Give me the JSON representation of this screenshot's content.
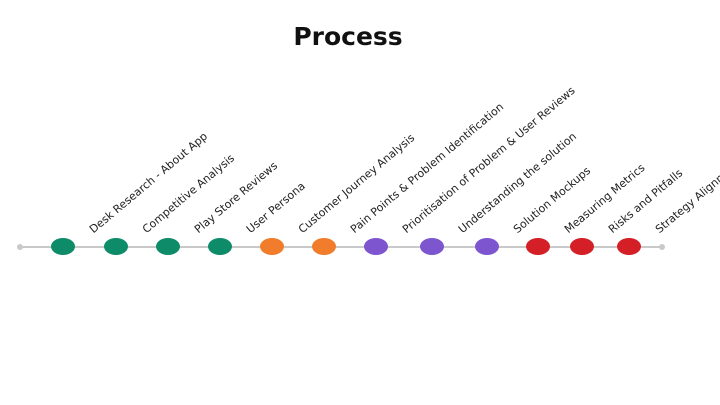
{
  "title": "Process",
  "colors": {
    "research": "#0e8c6a",
    "analysis": "#f07c2c",
    "solution": "#7d55cf",
    "evaluation": "#d41f26",
    "line": "#c9c9c9"
  },
  "steps": [
    {
      "label": "Desk Research - About App",
      "color": "#0e8c6a"
    },
    {
      "label": "Competitive Analysis",
      "color": "#0e8c6a"
    },
    {
      "label": "Play Store Reviews",
      "color": "#0e8c6a"
    },
    {
      "label": "User Persona",
      "color": "#0e8c6a"
    },
    {
      "label": "Customer Journey Analysis",
      "color": "#f07c2c"
    },
    {
      "label": "Pain Points & Problem Identification",
      "color": "#f07c2c"
    },
    {
      "label": "Prioritisation of Problem & User Reviews",
      "color": "#7d55cf"
    },
    {
      "label": "Understanding the solution",
      "color": "#7d55cf"
    },
    {
      "label": "Solution Mockups",
      "color": "#7d55cf"
    },
    {
      "label": "Measuring Metrics",
      "color": "#d41f26"
    },
    {
      "label": "Risks and Pitfalls",
      "color": "#d41f26"
    },
    {
      "label": "Strategy Alignment",
      "color": "#d41f26"
    }
  ]
}
